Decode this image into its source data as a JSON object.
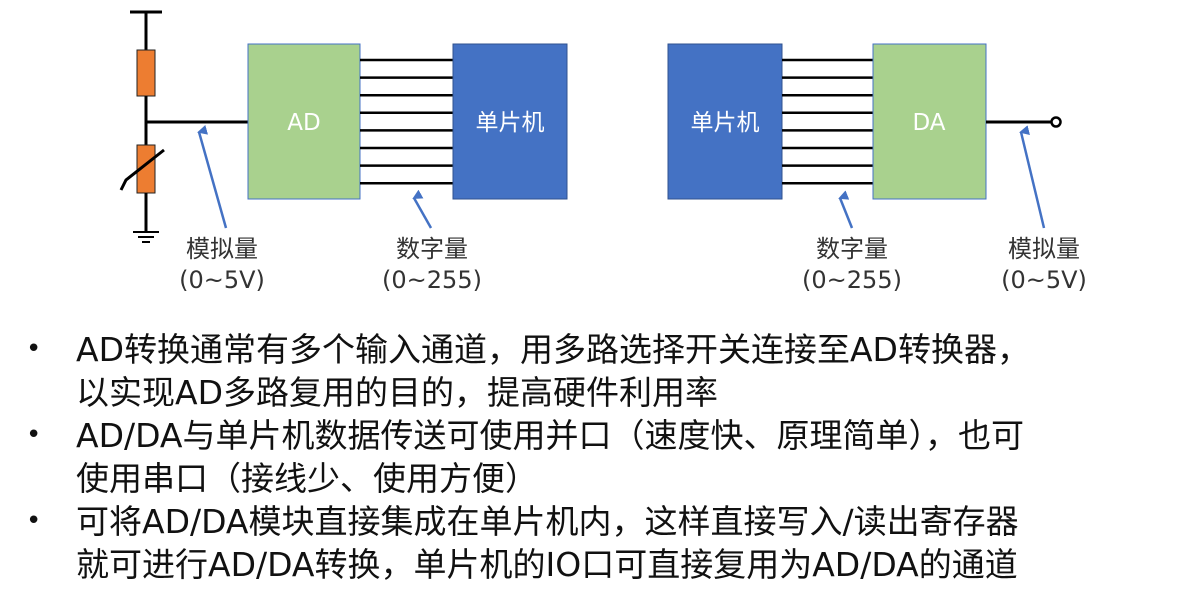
{
  "diagram": {
    "left": {
      "ad_block": "AD",
      "mcu_block": "单片机",
      "analog_label": "模拟量",
      "analog_range": "(0~5V)",
      "digital_label": "数字量",
      "digital_range": "(0~255)"
    },
    "right": {
      "mcu_block": "单片机",
      "da_block": "DA",
      "digital_label": "数字量",
      "digital_range": "(0~255)",
      "analog_label": "模拟量",
      "analog_range": "(0~5V)"
    },
    "colors": {
      "ad_da_fill": "#a9d18e",
      "mcu_fill": "#4472c4",
      "resistor_fill": "#ed7d31",
      "arrow": "#4472c4",
      "wire": "#000000"
    }
  },
  "bullets": [
    {
      "line1": "AD转换通常有多个输入通道，用多路选择开关连接至AD转换器，",
      "line2": "以实现AD多路复用的目的，提高硬件利用率"
    },
    {
      "line1": "AD/DA与单片机数据传送可使用并口（速度快、原理简单），也可",
      "line2": "使用串口（接线少、使用方便）"
    },
    {
      "line1": "可将AD/DA模块直接集成在单片机内，这样直接写入/读出寄存器",
      "line2": "就可进行AD/DA转换，单片机的IO口可直接复用为AD/DA的通道"
    }
  ],
  "bullet_symbol": "•"
}
